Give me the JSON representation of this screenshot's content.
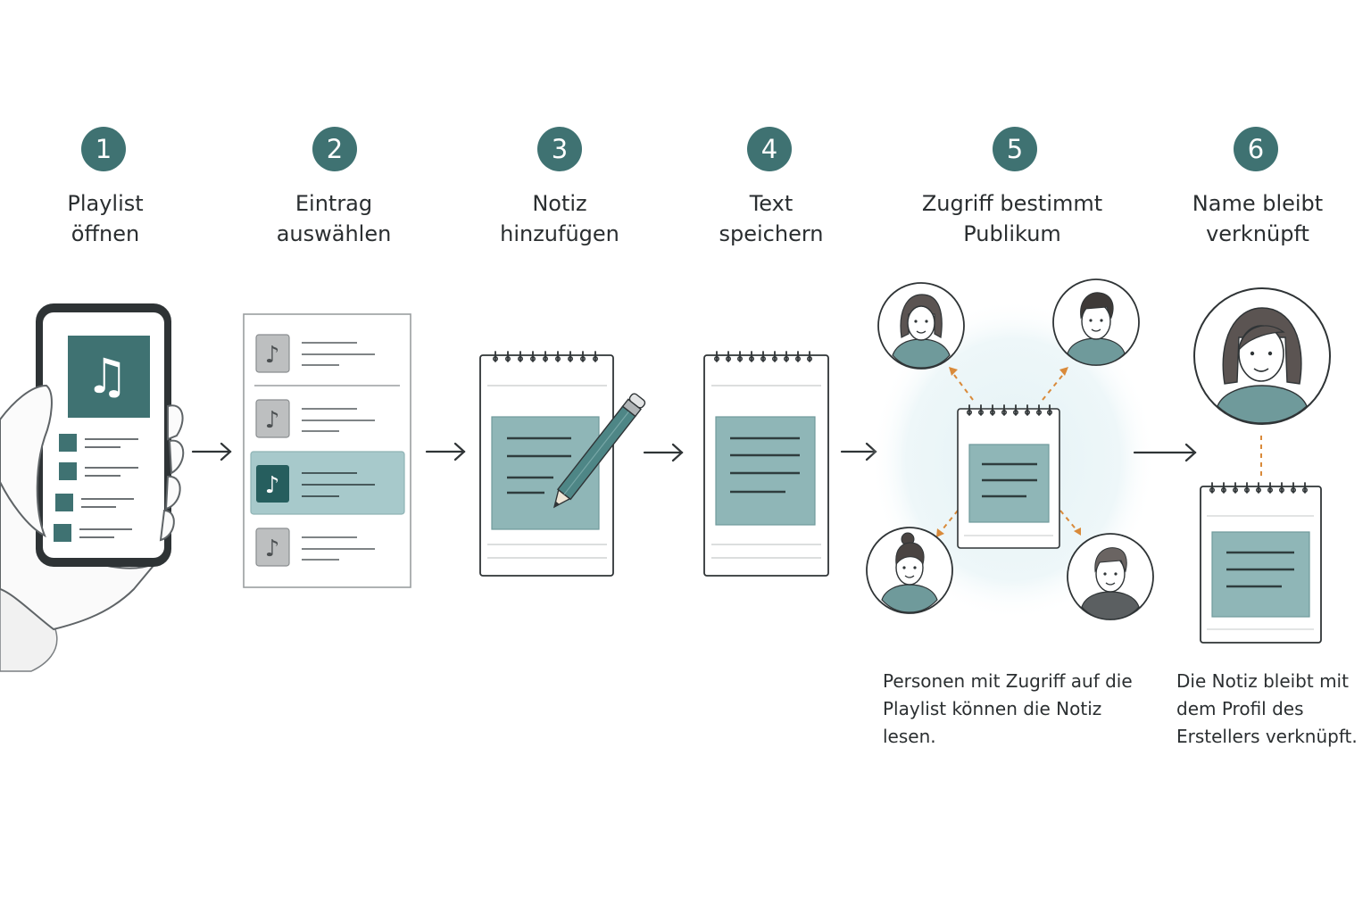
{
  "colors": {
    "accent": "#3f7272",
    "panel": "#8fb6b7",
    "highlight": "#a7c9cb",
    "connector": "#d98a3a",
    "glow": "#e6f3f6",
    "ink": "#2b2f31"
  },
  "steps": [
    {
      "number": "1",
      "title": [
        "Playlist",
        "öffnen"
      ],
      "illustration": "hand-holding-phone-with-music-icon"
    },
    {
      "number": "2",
      "title": [
        "Eintrag",
        "auswählen"
      ],
      "illustration": "track-list-with-selected-entry"
    },
    {
      "number": "3",
      "title": [
        "Notiz",
        "hinzufügen"
      ],
      "illustration": "notepad-with-pencil-icon"
    },
    {
      "number": "4",
      "title": [
        "Text",
        "speichern"
      ],
      "illustration": "notepad-icon"
    },
    {
      "number": "5",
      "title": [
        "Zugriff bestimmt",
        "Publikum"
      ],
      "illustration": "notepad-shared-with-four-people"
    },
    {
      "number": "6",
      "title": [
        "Name bleibt",
        "verknüpft"
      ],
      "illustration": "notepad-linked-to-creator-avatar"
    }
  ],
  "captions": {
    "access": [
      "Personen mit Zugriff auf die",
      "Playlist können die Notiz",
      "lesen."
    ],
    "creator": [
      "Die Notiz bleibt mit",
      "dem Profil des",
      "Erstellers verknüpft."
    ]
  }
}
